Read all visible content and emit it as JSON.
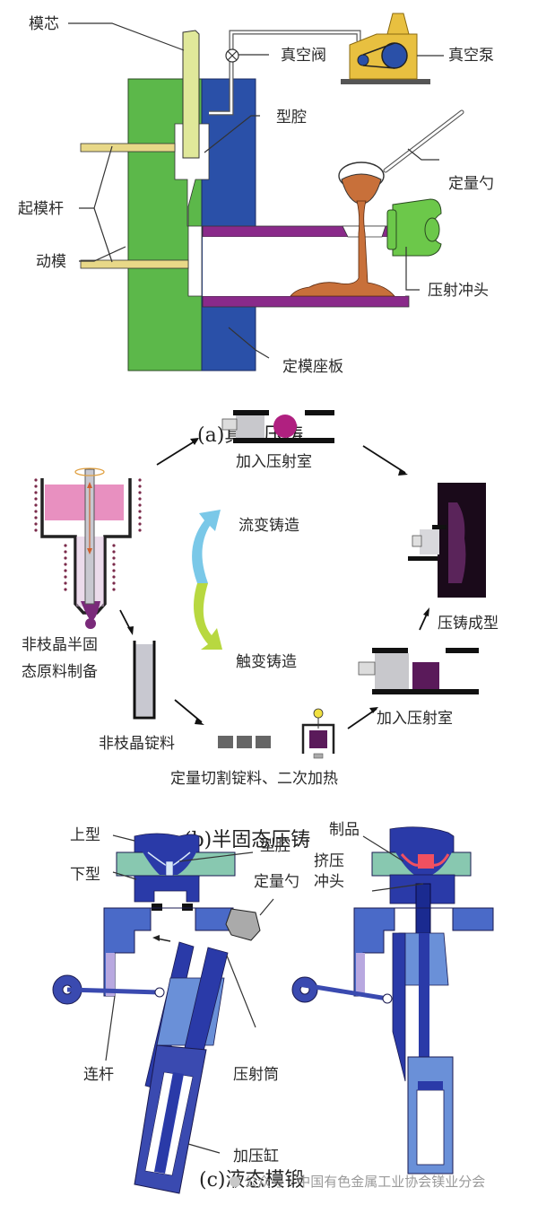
{
  "panels": {
    "a": {
      "caption": "(a)真空压铸",
      "labels": {
        "core": "模芯",
        "vacuum_valve": "真空阀",
        "vacuum_pump": "真空泵",
        "cavity": "型腔",
        "ejector_rod": "起模杆",
        "ladle": "定量勺",
        "moving_die": "动模",
        "plunger": "压射冲头",
        "fixed_platen": "定模座板"
      },
      "colors": {
        "moving_die": "#5cb84a",
        "fixed_platen": "#2a50a8",
        "core": "#e0e89a",
        "rod": "#e8d888",
        "pump": "#e8c040",
        "shot_sleeve": "#8a2a8a",
        "metal": "#c8703a",
        "plunger": "#6cc84a"
      }
    },
    "b": {
      "caption": "(b)半固态压铸",
      "labels": {
        "raw_prep_line1": "非枝晶半固",
        "raw_prep_line2": "态原料制备",
        "shot_chamber_top": "加入压射室",
        "rheocasting": "流变铸造",
        "thixocasting": "触变铸造",
        "die_forming": "压铸成型",
        "ingot": "非枝晶锭料",
        "shot_chamber_bottom": "加入压射室",
        "cut_reheat": "定量切割锭料、二次加热"
      },
      "colors": {
        "slurry": "#e890c0",
        "billet": "#5a1a5a",
        "ball": "#b02080",
        "rheo_arrow": "#7ac8e8",
        "thixo_arrow": "#b8d840"
      }
    },
    "c": {
      "caption": "(c)液态模锻",
      "labels": {
        "upper_die": "上型",
        "cavity": "型腔",
        "lower_die": "下型",
        "ladle": "定量勺",
        "product": "制品",
        "squeeze_line1": "挤压",
        "squeeze_line2": "冲头",
        "link_rod": "连杆",
        "shot_sleeve": "压射筒",
        "press_cylinder": "加压缸"
      },
      "colors": {
        "dark_blue": "#2a3aa8",
        "mid_blue": "#4a6ac8",
        "light_blue": "#6a90d8",
        "teal": "#88c8b0",
        "product": "#f05060"
      }
    }
  },
  "watermark": "公众号 · 中国有色金属工业协会镁业分会"
}
